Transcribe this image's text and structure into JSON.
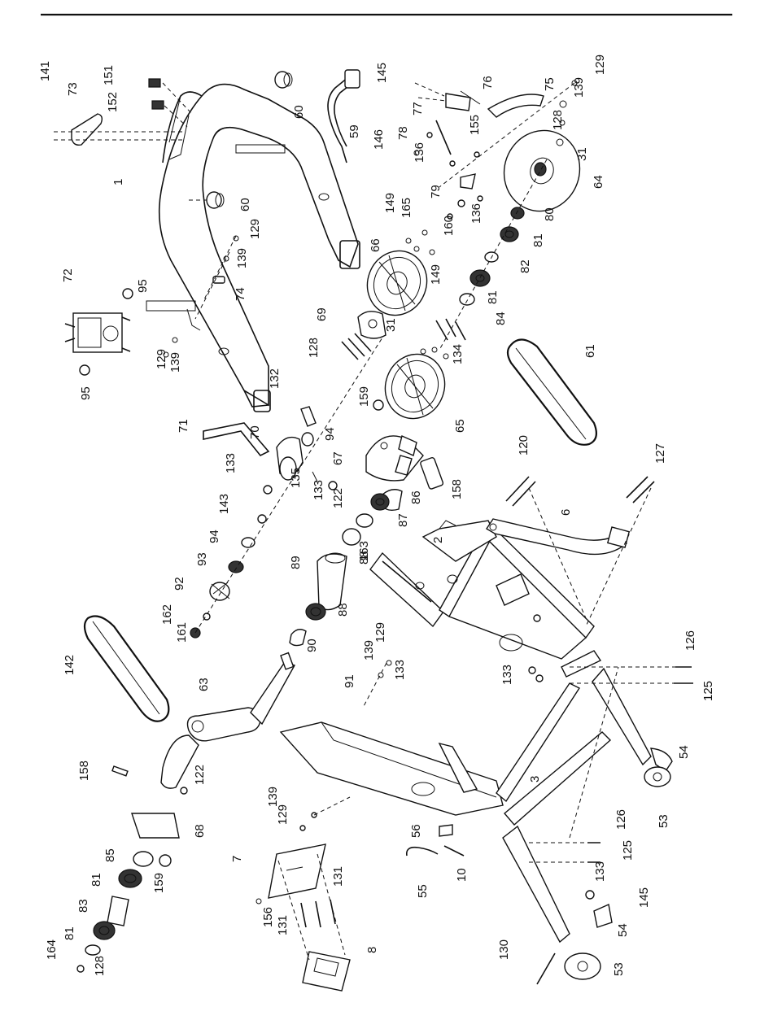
{
  "callouts": [
    {
      "id": "1",
      "text": "1"
    },
    {
      "id": "2",
      "text": "2"
    },
    {
      "id": "3",
      "text": "3"
    },
    {
      "id": "6",
      "text": "6"
    },
    {
      "id": "7",
      "text": "7"
    },
    {
      "id": "8",
      "text": "8"
    },
    {
      "id": "10",
      "text": "10"
    },
    {
      "id": "31a",
      "text": "31"
    },
    {
      "id": "31b",
      "text": "31"
    },
    {
      "id": "53a",
      "text": "53"
    },
    {
      "id": "53b",
      "text": "53"
    },
    {
      "id": "54a",
      "text": "54"
    },
    {
      "id": "54b",
      "text": "54"
    },
    {
      "id": "55",
      "text": "55"
    },
    {
      "id": "56",
      "text": "56"
    },
    {
      "id": "59",
      "text": "59"
    },
    {
      "id": "60a",
      "text": "60"
    },
    {
      "id": "60b",
      "text": "60"
    },
    {
      "id": "61",
      "text": "61"
    },
    {
      "id": "63",
      "text": "63"
    },
    {
      "id": "64",
      "text": "64"
    },
    {
      "id": "65",
      "text": "65"
    },
    {
      "id": "66",
      "text": "66"
    },
    {
      "id": "67",
      "text": "67"
    },
    {
      "id": "68",
      "text": "68"
    },
    {
      "id": "69",
      "text": "69"
    },
    {
      "id": "70",
      "text": "70"
    },
    {
      "id": "71",
      "text": "71"
    },
    {
      "id": "72",
      "text": "72"
    },
    {
      "id": "73",
      "text": "73"
    },
    {
      "id": "74",
      "text": "74"
    },
    {
      "id": "75",
      "text": "75"
    },
    {
      "id": "76",
      "text": "76"
    },
    {
      "id": "77",
      "text": "77"
    },
    {
      "id": "78",
      "text": "78"
    },
    {
      "id": "79",
      "text": "79"
    },
    {
      "id": "80",
      "text": "80"
    },
    {
      "id": "81a",
      "text": "81"
    },
    {
      "id": "81b",
      "text": "81"
    },
    {
      "id": "81c",
      "text": "81"
    },
    {
      "id": "81d",
      "text": "81"
    },
    {
      "id": "82",
      "text": "82"
    },
    {
      "id": "83",
      "text": "83"
    },
    {
      "id": "84",
      "text": "84"
    },
    {
      "id": "85",
      "text": "85"
    },
    {
      "id": "86",
      "text": "86"
    },
    {
      "id": "87",
      "text": "87"
    },
    {
      "id": "88a",
      "text": "88"
    },
    {
      "id": "88b",
      "text": "88"
    },
    {
      "id": "89",
      "text": "89"
    },
    {
      "id": "90",
      "text": "90"
    },
    {
      "id": "91",
      "text": "91"
    },
    {
      "id": "92",
      "text": "92"
    },
    {
      "id": "93",
      "text": "93"
    },
    {
      "id": "94a",
      "text": "94"
    },
    {
      "id": "94b",
      "text": "94"
    },
    {
      "id": "95a",
      "text": "95"
    },
    {
      "id": "95b",
      "text": "95"
    },
    {
      "id": "120",
      "text": "120"
    },
    {
      "id": "122a",
      "text": "122"
    },
    {
      "id": "122b",
      "text": "122"
    },
    {
      "id": "125a",
      "text": "125"
    },
    {
      "id": "125b",
      "text": "125"
    },
    {
      "id": "126a",
      "text": "126"
    },
    {
      "id": "126b",
      "text": "126"
    },
    {
      "id": "127",
      "text": "127"
    },
    {
      "id": "128a",
      "text": "128"
    },
    {
      "id": "128b",
      "text": "128"
    },
    {
      "id": "128c",
      "text": "128"
    },
    {
      "id": "129a",
      "text": "129"
    },
    {
      "id": "129b",
      "text": "129"
    },
    {
      "id": "129c",
      "text": "129"
    },
    {
      "id": "129d",
      "text": "129"
    },
    {
      "id": "129e",
      "text": "129"
    },
    {
      "id": "130",
      "text": "130"
    },
    {
      "id": "131a",
      "text": "131"
    },
    {
      "id": "131b",
      "text": "131"
    },
    {
      "id": "132",
      "text": "132"
    },
    {
      "id": "133a",
      "text": "133"
    },
    {
      "id": "133b",
      "text": "133"
    },
    {
      "id": "133c",
      "text": "133"
    },
    {
      "id": "133d",
      "text": "133"
    },
    {
      "id": "133e",
      "text": "133"
    },
    {
      "id": "134",
      "text": "134"
    },
    {
      "id": "135",
      "text": "135"
    },
    {
      "id": "136a",
      "text": "136"
    },
    {
      "id": "136b",
      "text": "136"
    },
    {
      "id": "139a",
      "text": "139"
    },
    {
      "id": "139b",
      "text": "139"
    },
    {
      "id": "139c",
      "text": "139"
    },
    {
      "id": "139d",
      "text": "139"
    },
    {
      "id": "139e",
      "text": "139"
    },
    {
      "id": "141",
      "text": "141"
    },
    {
      "id": "142",
      "text": "142"
    },
    {
      "id": "143",
      "text": "143"
    },
    {
      "id": "145a",
      "text": "145"
    },
    {
      "id": "145b",
      "text": "145"
    },
    {
      "id": "146",
      "text": "146"
    },
    {
      "id": "149a",
      "text": "149"
    },
    {
      "id": "149b",
      "text": "149"
    },
    {
      "id": "151",
      "text": "151"
    },
    {
      "id": "152",
      "text": "152"
    },
    {
      "id": "155",
      "text": "155"
    },
    {
      "id": "156",
      "text": "156"
    },
    {
      "id": "158a",
      "text": "158"
    },
    {
      "id": "158b",
      "text": "158"
    },
    {
      "id": "159a",
      "text": "159"
    },
    {
      "id": "159b",
      "text": "159"
    },
    {
      "id": "160",
      "text": "160"
    },
    {
      "id": "161",
      "text": "161"
    },
    {
      "id": "162",
      "text": "162"
    },
    {
      "id": "163",
      "text": "163"
    },
    {
      "id": "164",
      "text": "164"
    },
    {
      "id": "165",
      "text": "165"
    }
  ]
}
